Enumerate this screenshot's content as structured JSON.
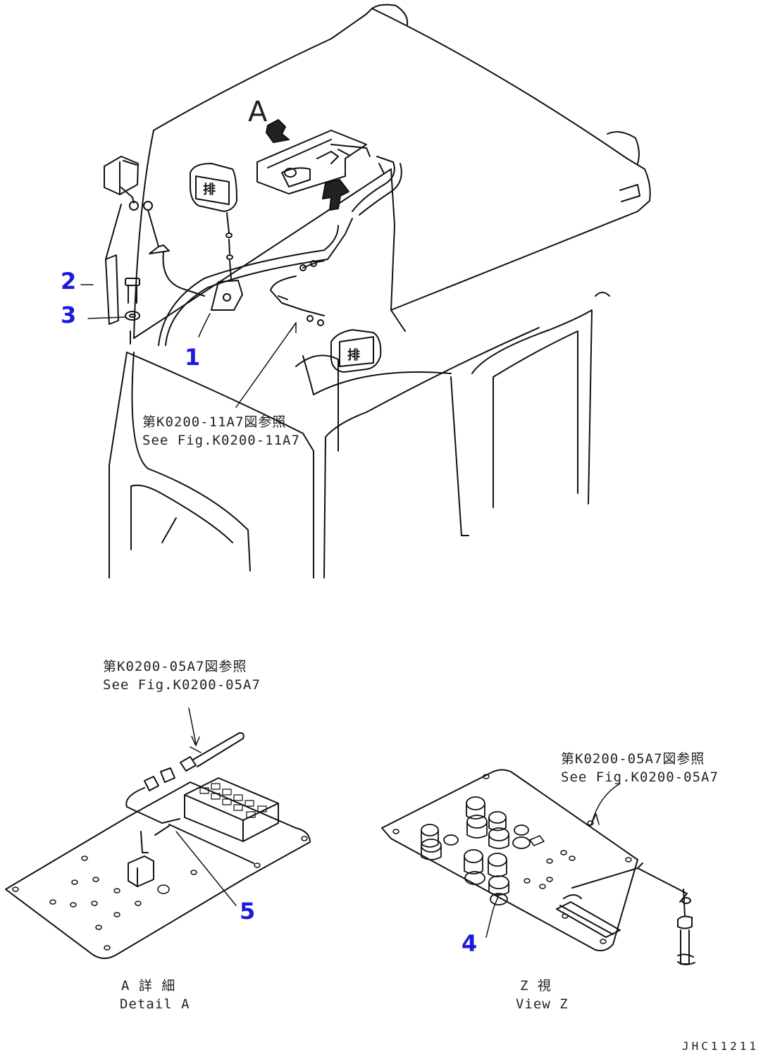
{
  "callouts": {
    "item1": "1",
    "item2": "2",
    "item3": "3",
    "item4": "4",
    "item5": "5"
  },
  "view_arrow_letter": "A",
  "references": {
    "cab_harness": {
      "jp": "第K0200-11A7図参照",
      "en": "See Fig.K0200-11A7"
    },
    "detail_harness": {
      "jp": "第K0200-05A7図参照",
      "en": "See Fig.K0200-05A7"
    },
    "view_z_harness": {
      "jp": "第K0200-05A7図参照",
      "en": "See Fig.K0200-05A7"
    }
  },
  "captions": {
    "detail_a": {
      "jp": "A 詳 細",
      "en": "Detail A"
    },
    "view_z": {
      "jp": "Z 視",
      "en": "View Z"
    }
  },
  "lamp_marking": "排",
  "drawing_code": "JHC11211",
  "colors": {
    "line": "#111111",
    "callout": "#1a1adc"
  }
}
